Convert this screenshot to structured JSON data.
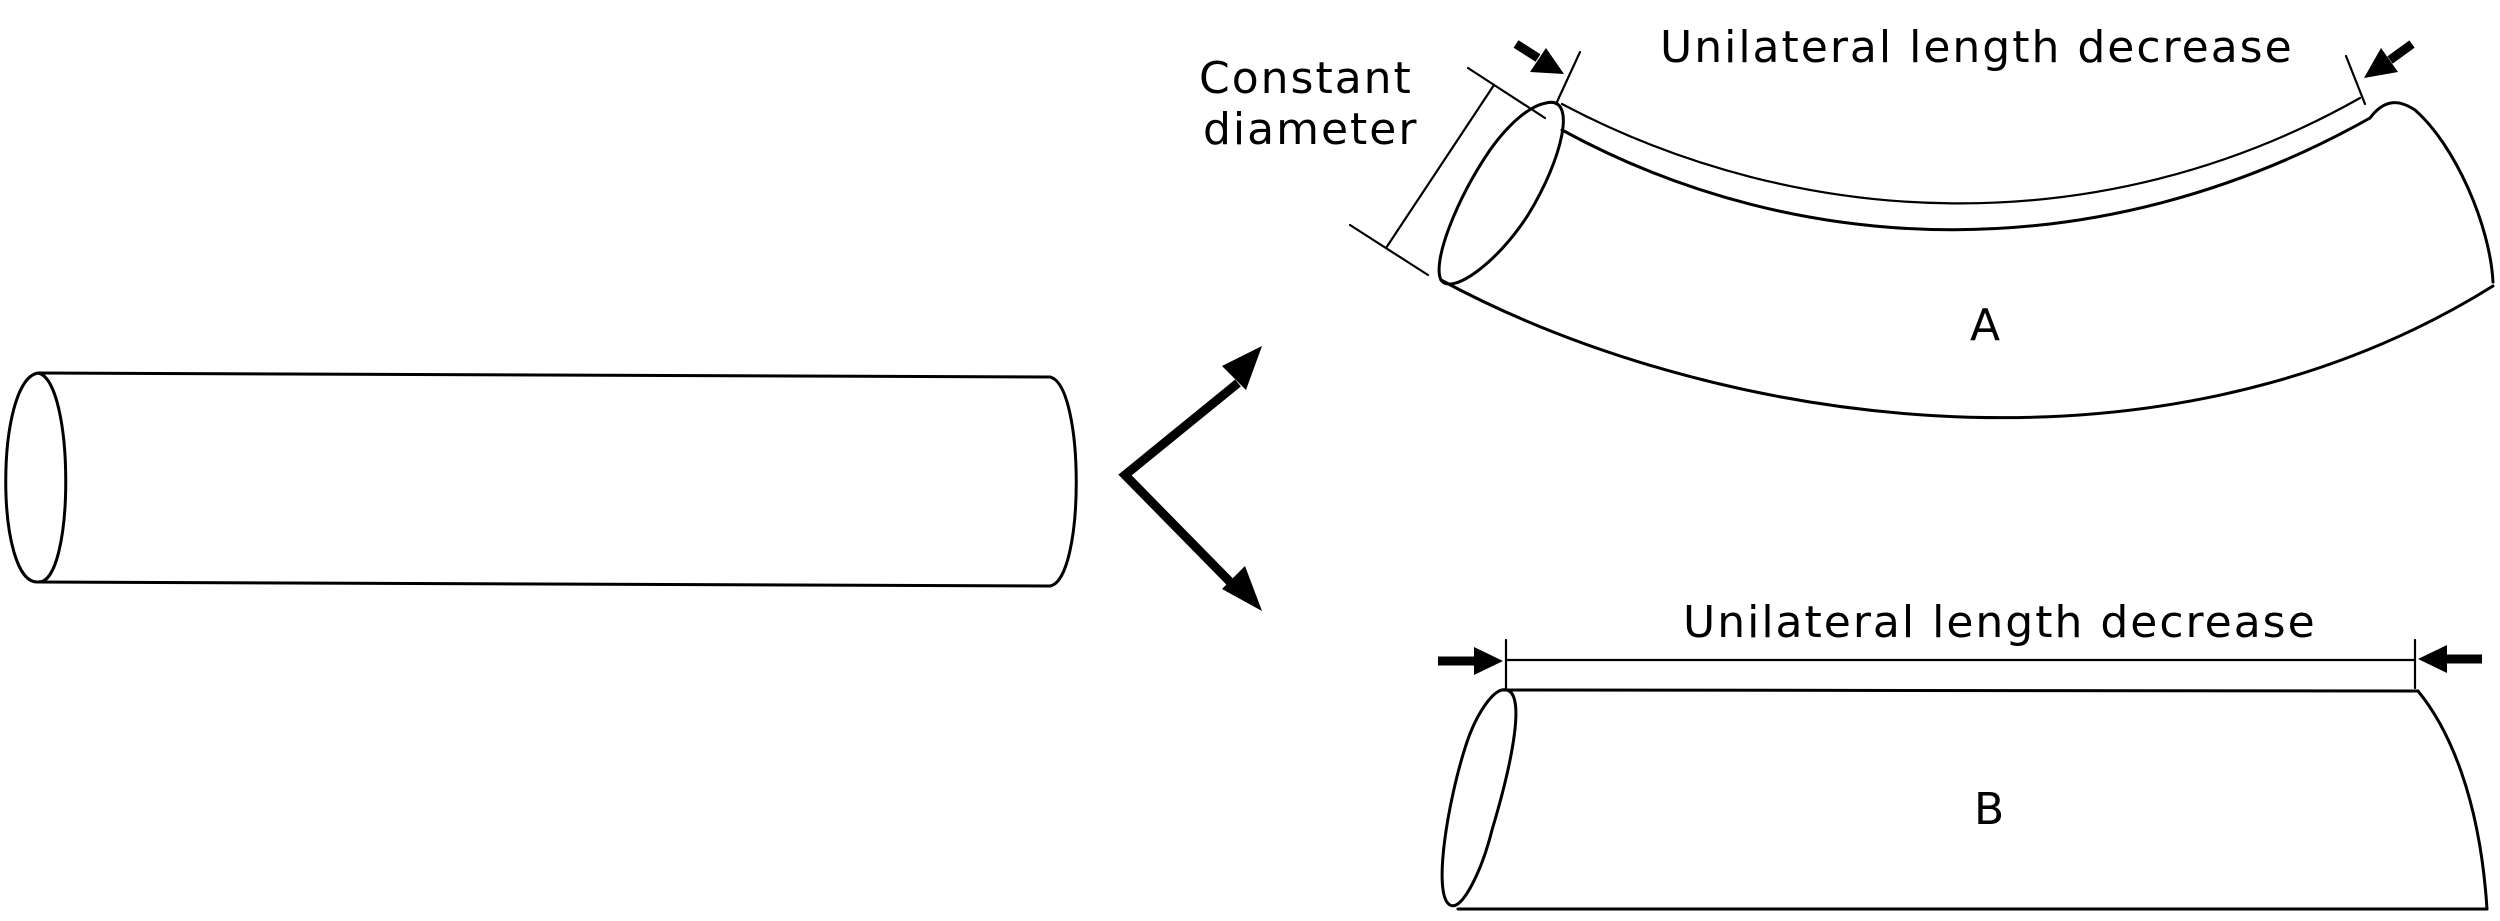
{
  "figure": {
    "labels": {
      "constant_diameter_line1": "Constant",
      "constant_diameter_line2": "diameter",
      "length_decrease_top": "Unilateral length decrease",
      "length_decrease_bottom": "Unilateral length decrease",
      "case_a": "A",
      "case_b": "B"
    },
    "colors": {
      "ink": "#000000",
      "background": "#ffffff"
    }
  }
}
